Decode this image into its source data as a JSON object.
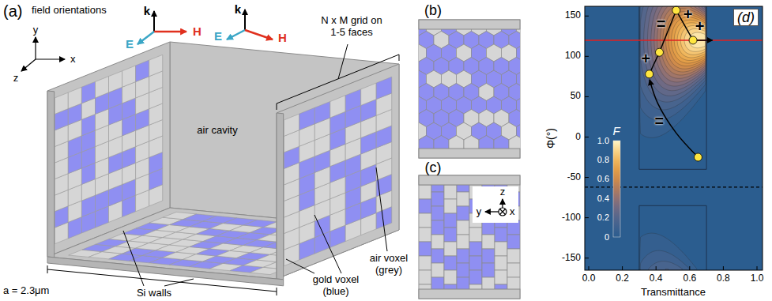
{
  "diagram": {
    "labels": [
      "(a)",
      "field orientations",
      "k",
      "y",
      "x",
      "z",
      "H",
      "E",
      "k",
      "E",
      "H",
      "N x M grid on 1-5 faces",
      "air cavity",
      "a = 2.3μm",
      "Si walls",
      "gold voxel (blue)",
      "air voxel (grey)",
      "(b)",
      "(c)",
      "z",
      "y",
      "x",
      "(d)",
      "F",
      "1.0",
      "0.8",
      "0.6",
      "0.4",
      "0.2",
      "0",
      "150",
      "100",
      "50",
      "0",
      "-50",
      "-100",
      "-150",
      "0.0",
      "0.2",
      "0.4",
      "0.6",
      "0.8",
      "1.0",
      "Φ(°)",
      "Transmittance",
      "=",
      "+",
      "=",
      "+",
      "+"
    ]
  }
}
